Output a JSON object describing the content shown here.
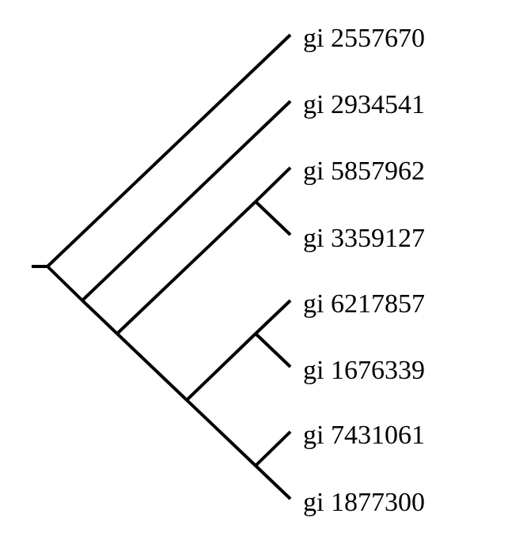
{
  "diagram": {
    "type": "cladogram",
    "leaves": [
      "gi 2557670",
      "gi 2934541",
      "gi 5857962",
      "gi 3359127",
      "gi 6217857",
      "gi 1676339",
      "gi 7431061",
      "gi 1877300"
    ],
    "topology": "(gi 2557670,(gi 2934541,((gi 5857962,gi 3359127),((gi 6217857,gi 1676339),(gi 7431061,gi 1877300)))))",
    "colors": {
      "line": "#000000",
      "text": "#000000",
      "background": "#ffffff"
    }
  }
}
